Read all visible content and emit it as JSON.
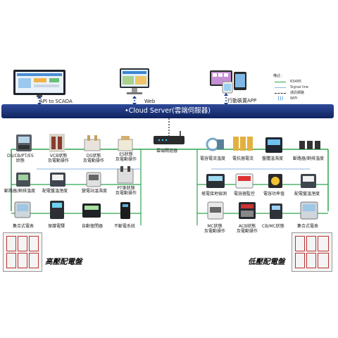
{
  "top": {
    "scada_label": "API to SCADA",
    "web_label": "Web",
    "app_label": "行動裝置APP"
  },
  "legend": {
    "title": "備註：",
    "items": [
      {
        "label": "RS485",
        "color": "#2ea44f"
      },
      {
        "label": "Signal line",
        "color": "#8ab4e0"
      },
      {
        "label": "通訊網路",
        "color": "#222222"
      },
      {
        "label": "WiFi",
        "color": "#1a6fd1"
      }
    ]
  },
  "cloud_bar": "•Cloud Server(雲端伺服器)",
  "gateway_label": "雲端閘道器",
  "left": {
    "row1": [
      "DS/CB/PT/ES\n狀態",
      "VCB狀態\n及電動操作",
      "DS狀態\n及電動操作",
      "ES狀態\n及電動操作"
    ],
    "row2": [
      "斷路器/銅排溫度",
      "配電盤溫溼度",
      "變電站溫濕度",
      "PT車狀態\n及電動操作"
    ],
    "row3": [
      "集合式電表",
      "保護電驛",
      "自動復閉器",
      "不斷電系統"
    ],
    "panel_label": "高壓配電盤"
  },
  "right": {
    "row1": [
      "電容電流溫度",
      "電抗器電流",
      "盤體溫濕度",
      "斷路器/銅排溫度"
    ],
    "row2": [
      "搖電接地偵測",
      "電容器監控",
      "電容功率值",
      "配電盤溫溼度"
    ],
    "row3": [
      "MC狀態\n及電動操作",
      "ACB狀態\n及電動操作",
      "CB/MC狀態",
      "集合式電表"
    ],
    "panel_label": "低壓配電盤"
  }
}
